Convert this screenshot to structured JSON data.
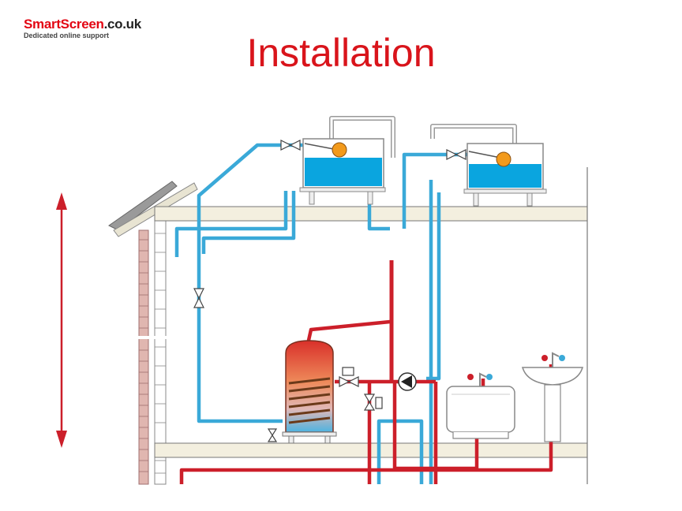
{
  "logo": {
    "brand": "SmartScreen",
    "suffix": ".co.uk",
    "tagline": "Dedicated online support"
  },
  "title": "Installation",
  "colors": {
    "title": "#d9141b",
    "brand": "#e30613",
    "cold_pipe": "#3aa9d8",
    "hot_pipe": "#cc1f2a",
    "water": "#0aa5df",
    "ball_float": "#f29a1c",
    "arrow": "#cc1f2a",
    "floor": "#f3efdf"
  },
  "icons": [
    "double-headed-arrow-icon",
    "valve-icon",
    "pump-icon",
    "tap-icon",
    "ball-float-icon"
  ]
}
